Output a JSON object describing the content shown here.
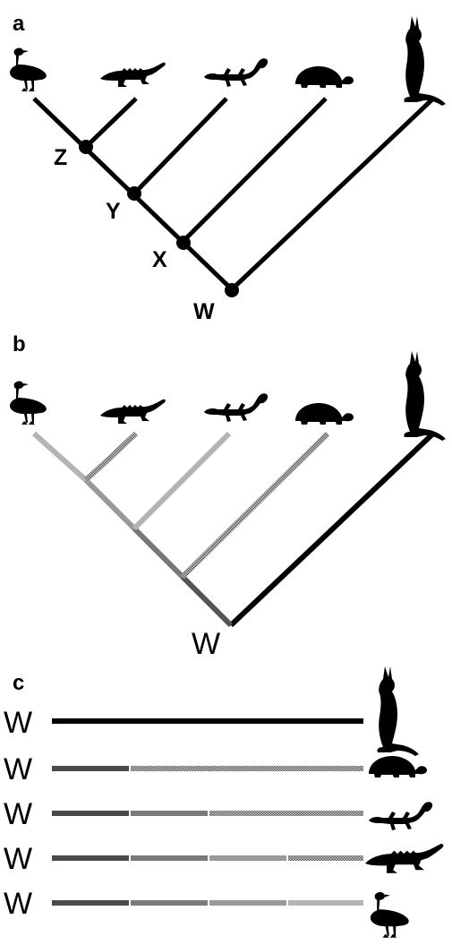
{
  "panels": {
    "a": {
      "label": "a",
      "taxa": [
        "bird-icon",
        "crocodile-icon",
        "lizard-icon",
        "turtle-icon",
        "kangaroo-icon"
      ],
      "nodes": [
        "Z",
        "Y",
        "X",
        "W"
      ]
    },
    "b": {
      "label": "b",
      "taxa": [
        "bird-icon",
        "crocodile-icon",
        "lizard-icon",
        "turtle-icon",
        "kangaroo-icon"
      ],
      "root_label": "W"
    },
    "c": {
      "label": "c",
      "rows": [
        {
          "root": "W",
          "taxon": "kangaroo-icon"
        },
        {
          "root": "W",
          "taxon": "turtle-icon"
        },
        {
          "root": "W",
          "taxon": "lizard-icon"
        },
        {
          "root": "W",
          "taxon": "crocodile-icon"
        },
        {
          "root": "W",
          "taxon": "bird-icon"
        }
      ]
    }
  },
  "colors": {
    "black": "#000000",
    "dark_gray": "#4a4a4a",
    "mid_gray": "#7a7a7a",
    "light_gray": "#b0b0b0",
    "stipple": "#8c8c8c"
  }
}
